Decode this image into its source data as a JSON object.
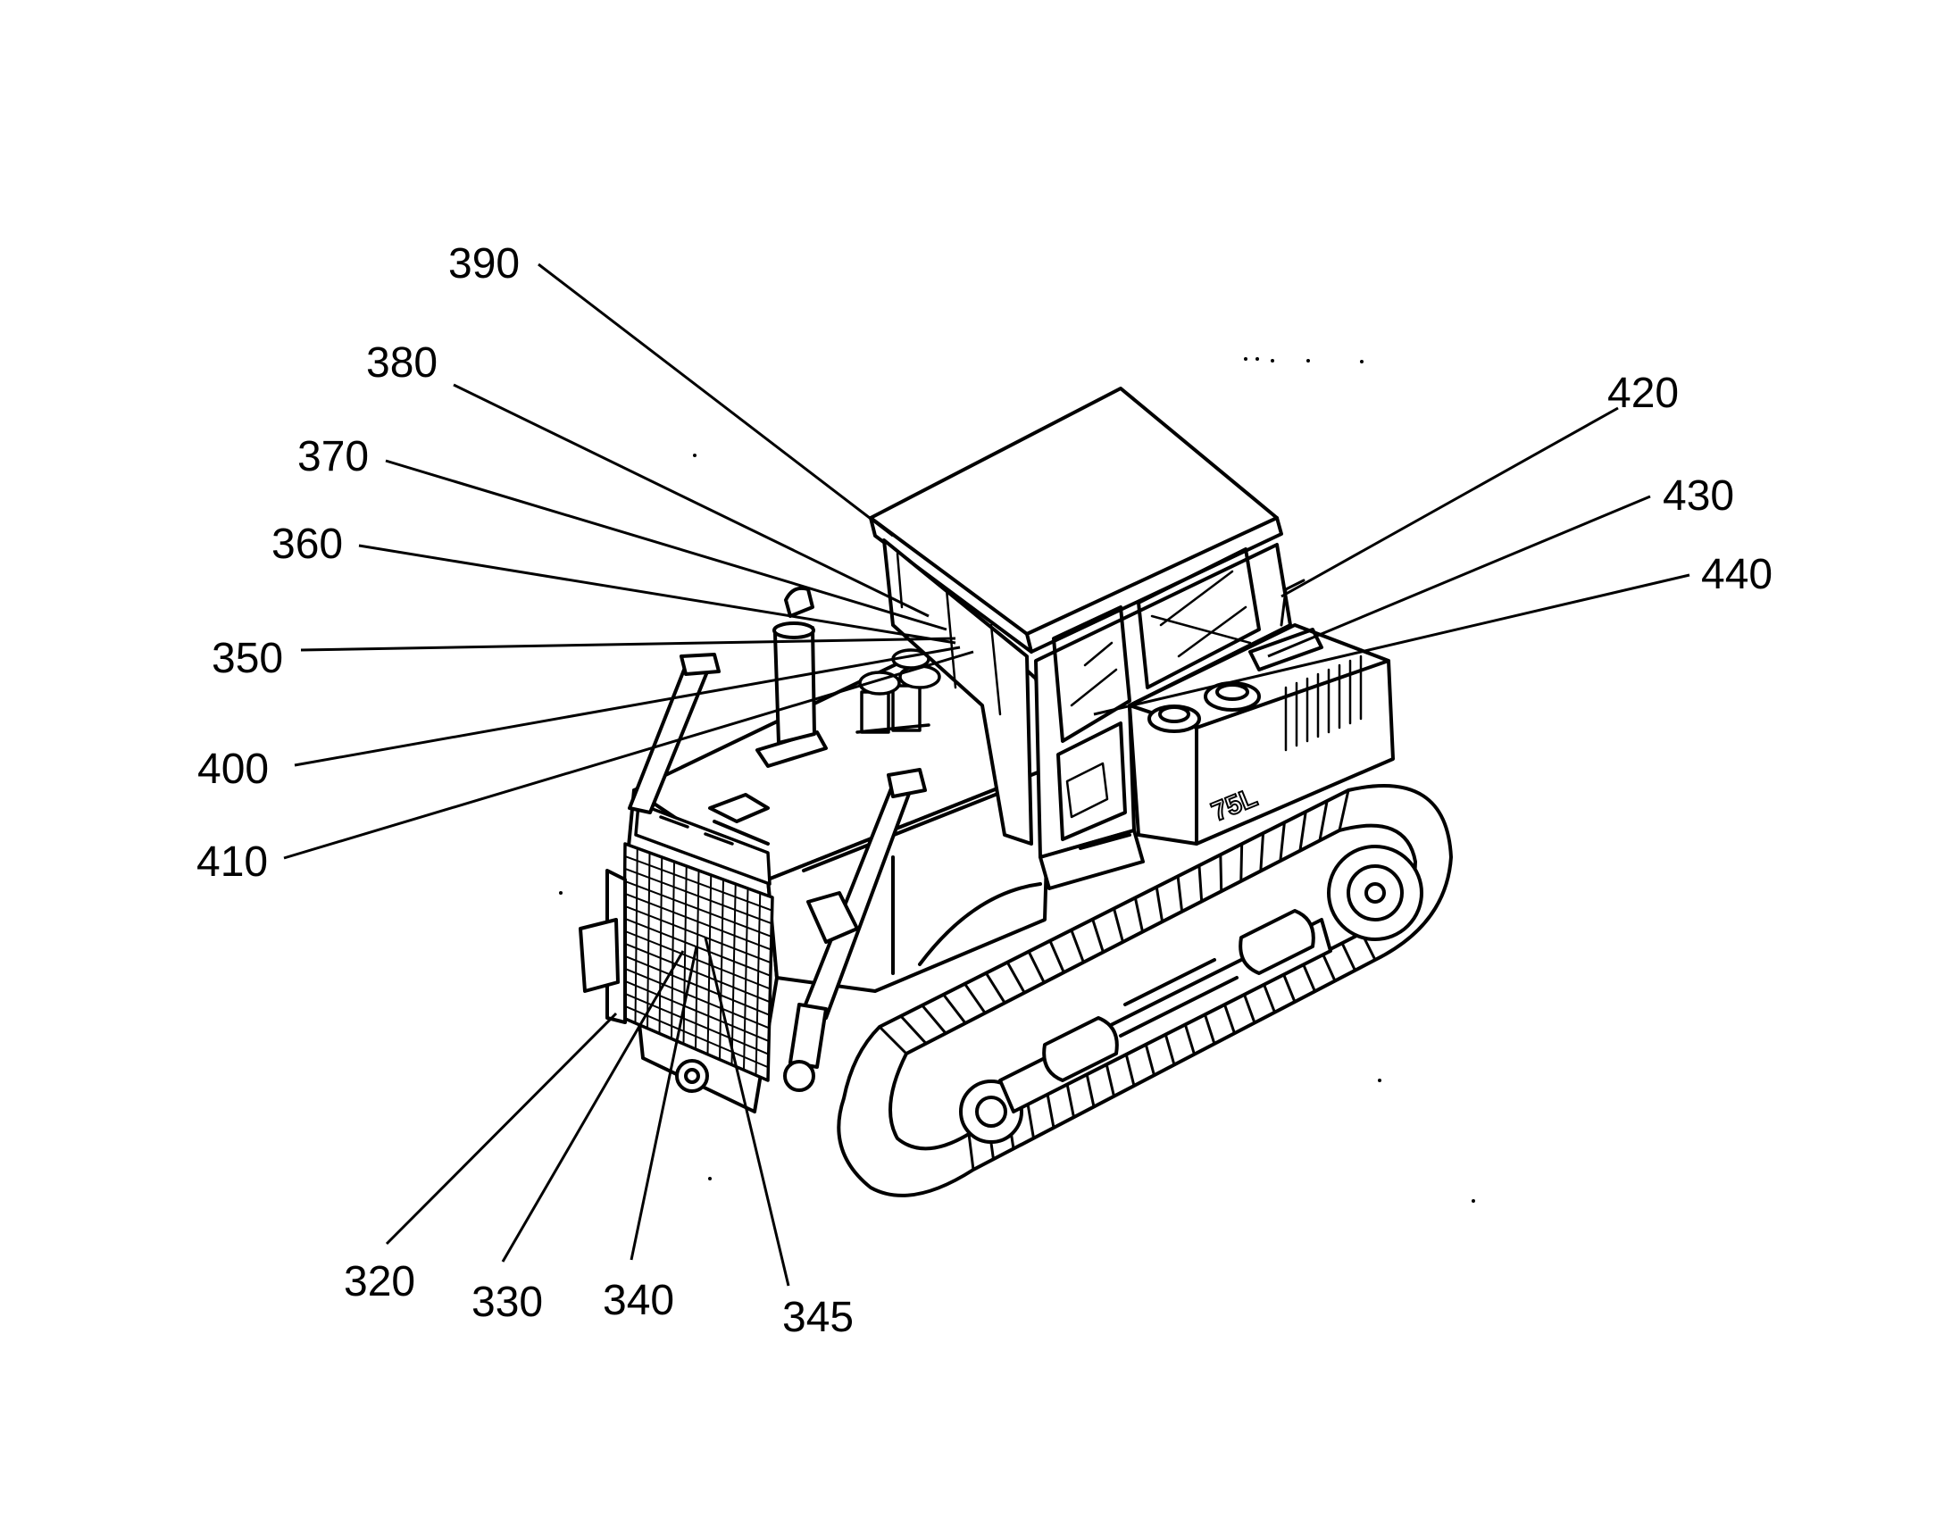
{
  "labels": {
    "r390": "390",
    "r380": "380",
    "r370": "370",
    "r360": "360",
    "r350": "350",
    "r400": "400",
    "r410": "410",
    "r420": "420",
    "r430": "430",
    "r440": "440",
    "r320": "320",
    "r330": "330",
    "r340": "340",
    "r345": "345"
  },
  "machine": {
    "model_badge": "75L"
  }
}
